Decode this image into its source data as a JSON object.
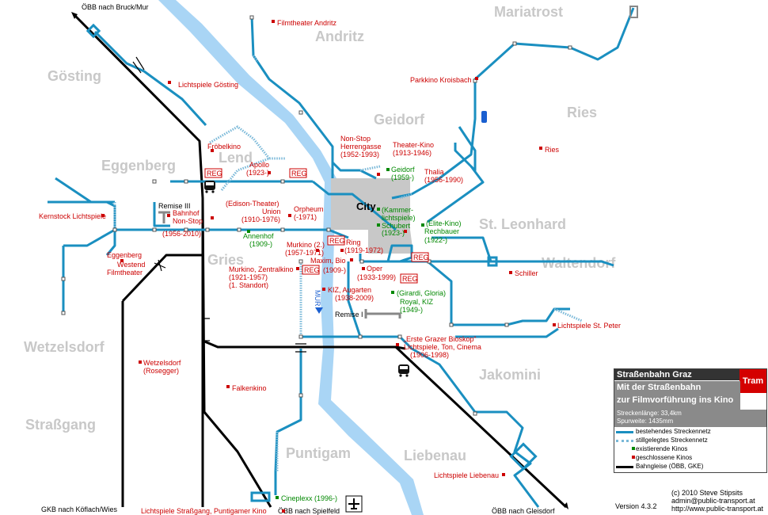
{
  "colors": {
    "tram": "#1a8fc0",
    "tram_disused": "#79b8d8",
    "river": "#a9d5f5",
    "city": "#c8c8c8",
    "closed_cinema": "#cc0000",
    "existing_cinema": "#008800",
    "rail": "#000000",
    "legend_accent": "#d40000"
  },
  "districts": {
    "mariatrost": "Mariatrost",
    "andritz": "Andritz",
    "goesting": "Gösting",
    "geidorf": "Geidorf",
    "ries": "Ries",
    "lend": "Lend",
    "eggenberg": "Eggenberg",
    "st_leonhard": "St. Leonhard",
    "waltendorf": "Waltendorf",
    "gries": "Gries",
    "wetzelsdorf": "Wetzelsdorf",
    "jakomini": "Jakomini",
    "strassgang": "Straßgang",
    "puntigam": "Puntigam",
    "liebenau": "Liebenau"
  },
  "city_label": "City",
  "river_label": "MUR",
  "rail_labels": {
    "bruck": "ÖBB nach Bruck/Mur",
    "koeflach": "GKB nach Köflach/Wies",
    "spielfeld": "ÖBB nach Spielfeld",
    "gleisdorf": "ÖBB nach Gleisdorf"
  },
  "remise": {
    "r3": "Remise III",
    "r1": "Remise I"
  },
  "reg": "REG",
  "cinemas_closed": {
    "filmtheater_andritz": "Filmtheater Andritz",
    "lichtspiele_goesting": "Lichtspiele Gösting",
    "parkkino": "Parkkino Kroisbach",
    "ries": "Ries",
    "froebelkino": "Fröbelkino",
    "apollo_1": "Apollo",
    "apollo_2": "(1923-)",
    "nonstop_h1": "Non-Stop",
    "nonstop_h2": "Herrengasse",
    "nonstop_h3": "(1952-1993)",
    "theaterkino_1": "Theater-Kino",
    "theaterkino_2": "(1913-1946)",
    "thalia_1": "Thalia",
    "thalia_2": "(1956-1990)",
    "kernstock": "Kernstock Lichtspiele",
    "bahnhof_1": "Bahnhof",
    "bahnhof_2": "Non-Stop",
    "bahnhof_3": "(1956-2010)",
    "edison": "(Edison-Theater)",
    "union_1": "Union",
    "union_2": "(1910-1976)",
    "orpheum_1": "Orpheum",
    "orpheum_2": "(-1971)",
    "eggenberg": "Eggenberg",
    "westend_1": "Westend",
    "westend_2": "Filmtheater",
    "murkino2_1": "Murkino (2.)",
    "murkino2_2": "(1957-1971)",
    "ring_1": "Ring",
    "ring_2": "(1919-1972)",
    "maxim": "Maxim, Bio",
    "murkino_z1": "Murkino, Zentralkino",
    "murkino_z2": "(1921-1957)",
    "murkino_z3": "(1. Standort)",
    "maxim_years": "(1909-)",
    "oper_1": "Oper",
    "oper_2": "(1933-1999)",
    "schiller": "Schiller",
    "kiz_augarten_1": "KIZ, Augarten",
    "kiz_augarten_2": "(1938-2009)",
    "st_peter": "Lichtspiele St. Peter",
    "bioskop_1": "„Erste Grazer Bioskop“",
    "bioskop_2": "Lichtspiele, Ton, Cinema",
    "bioskop_3": "(1906-1998)",
    "wetzelsdorf_1": "Wetzelsdorf",
    "wetzelsdorf_2": "(Rosegger)",
    "falkenkino": "Falkenkino",
    "liebenau": "Lichtspiele Liebenau",
    "strassgang": "Lichtspiele Straßgang, Puntigamer Kino"
  },
  "cinemas_open": {
    "geidorf_1": "Geidorf",
    "geidorf_2": "(1959-)",
    "kammer_1": "(Kammer-",
    "kammer_2": "lichtspiele)",
    "schubert_1": "Schubert",
    "schubert_2": "(1923-)",
    "elite_1": "(Elite-Kino)",
    "elite_2": "Rechbauer",
    "elite_3": "(1922-)",
    "annenhof_1": "Annenhof",
    "annenhof_2": "(1909-)",
    "girardi_1": "(Girardi, Gloria)",
    "girardi_2": "Royal, KIZ",
    "girardi_3": "(1949-)",
    "cineplexx": "Cineplexx (1996-)"
  },
  "legend": {
    "header": "Straßenbahn Graz",
    "tag": "Tram",
    "subtitle_1": "Mit der Straßenbahn",
    "subtitle_2": "zur Filmvorführung ins Kino",
    "length": "Streckenlänge: 33,4km",
    "gauge": "Spurweite: 1435mm",
    "existing_network": "bestehendes Streckennetz",
    "disused_network": "stillgelegtes Streckennetz",
    "existing_cinemas": "existierende Kinos",
    "closed_cinemas": "geschlossene Kinos",
    "rail": "Bahngleise (ÖBB, GKE)"
  },
  "credits": {
    "line1": "(c) 2010 Steve Stipsits",
    "line2": "admin@public-transport.at",
    "line3": "http://www.public-transport.at",
    "version": "Version 4.3.2"
  }
}
